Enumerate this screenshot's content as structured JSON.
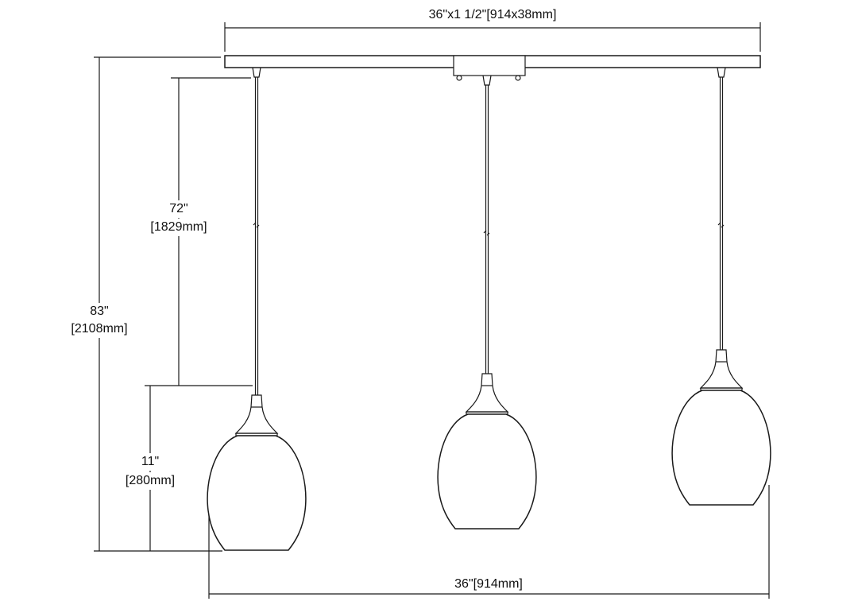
{
  "dimensions": {
    "canopy": "36\"x1 1/2\"[914x38mm]",
    "overall_height_in": "83\"",
    "overall_height_mm": "[2108mm]",
    "cord_length_in": "72\"",
    "cord_length_mm": "[1829mm]",
    "shade_height_in": "11\"",
    "shade_height_mm": "[280mm]",
    "overall_width": "36\"[914mm]"
  },
  "colors": {
    "line": "#1a1a1a"
  }
}
